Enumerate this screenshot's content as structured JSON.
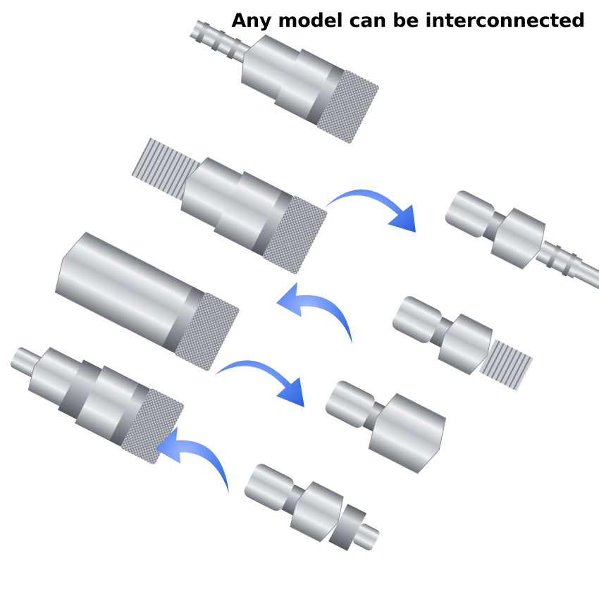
{
  "caption": "Any model can be interconnected",
  "colors": {
    "background": "#ffffff",
    "caption_text": "#000000",
    "arrow_blue": "#3f74e8",
    "metal_light": "#f2f3f5",
    "metal_mid": "#b9bdc3",
    "metal_dark": "#6d7279"
  },
  "objects": {
    "female_couplers": [
      "barb-socket",
      "male-thread-socket",
      "female-thread-socket",
      "hose-nut-socket"
    ],
    "male_plugs": [
      "barb-plug",
      "male-thread-plug",
      "female-thread-plug",
      "hose-nut-plug"
    ],
    "arrows": [
      "arrow-right-top",
      "arrow-left-upper",
      "arrow-right-lower",
      "arrow-left-bottom"
    ]
  }
}
